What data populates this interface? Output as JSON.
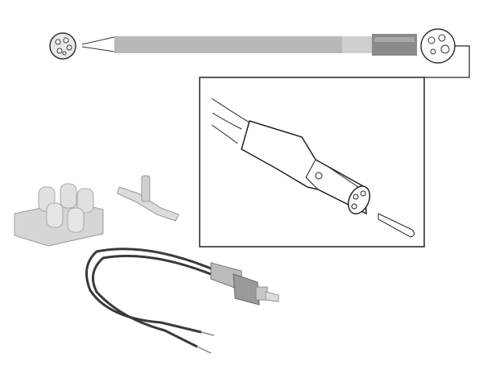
{
  "illustration": {
    "colors": {
      "background": "#ffffff",
      "hose": "#b8b8b8",
      "connector": "#8a8a8a",
      "line": "#222222",
      "terminal_block": "#d6d6d6",
      "wire": "#3a3a3a"
    },
    "parts": [
      "hose-with-connectors",
      "connector-detail-inset",
      "terminal-block",
      "t-connector",
      "sensor-with-wires"
    ]
  }
}
